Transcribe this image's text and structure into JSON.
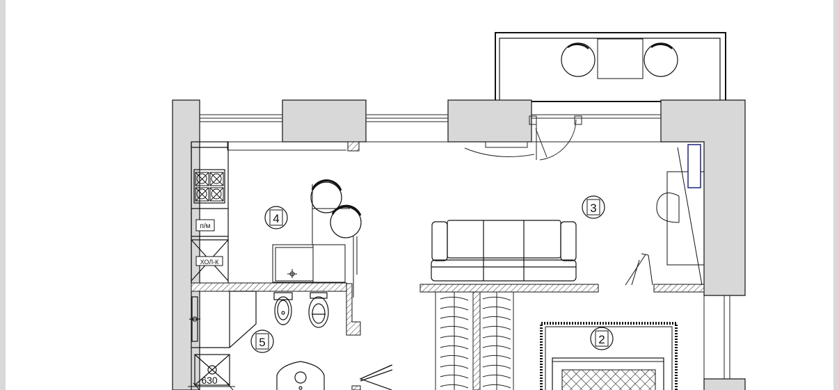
{
  "plan": {
    "rooms": [
      {
        "id": "room-4",
        "number": "4"
      },
      {
        "id": "room-3",
        "number": "3"
      },
      {
        "id": "room-5",
        "number": "5"
      },
      {
        "id": "room-2",
        "number": "2"
      }
    ],
    "appliance_labels": {
      "dishwasher": "п/м",
      "fridge": "ХОЛ-К"
    },
    "dimension": "630"
  }
}
